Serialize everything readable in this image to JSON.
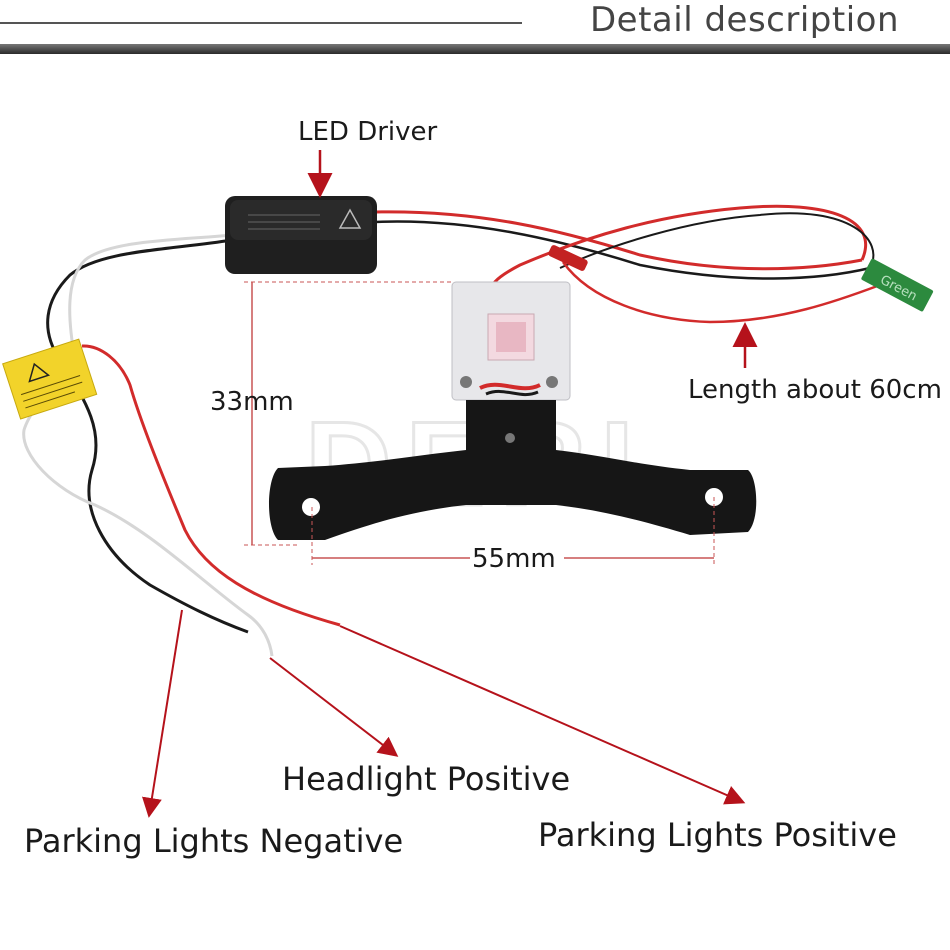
{
  "header": {
    "title": "Detail description"
  },
  "labels": {
    "led_driver": "LED Driver",
    "length": "Length about 60cm",
    "height_dim": "33mm",
    "width_dim": "55mm",
    "headlight_positive": "Headlight Positive",
    "parking_negative": "Parking Lights Negative",
    "parking_positive": "Parking Lights Positive",
    "tag_text": "Green",
    "watermark": "DERI"
  },
  "colors": {
    "wire_red": "#d22b2b",
    "arrow_red": "#b5121b",
    "wire_black": "#1a1a1a",
    "wire_white": "#dcdcdc",
    "bracket": "#161616",
    "driver_box": "#1f1f1f",
    "warning_label": "#f2d32a",
    "tag_green": "#2c8a3e"
  }
}
